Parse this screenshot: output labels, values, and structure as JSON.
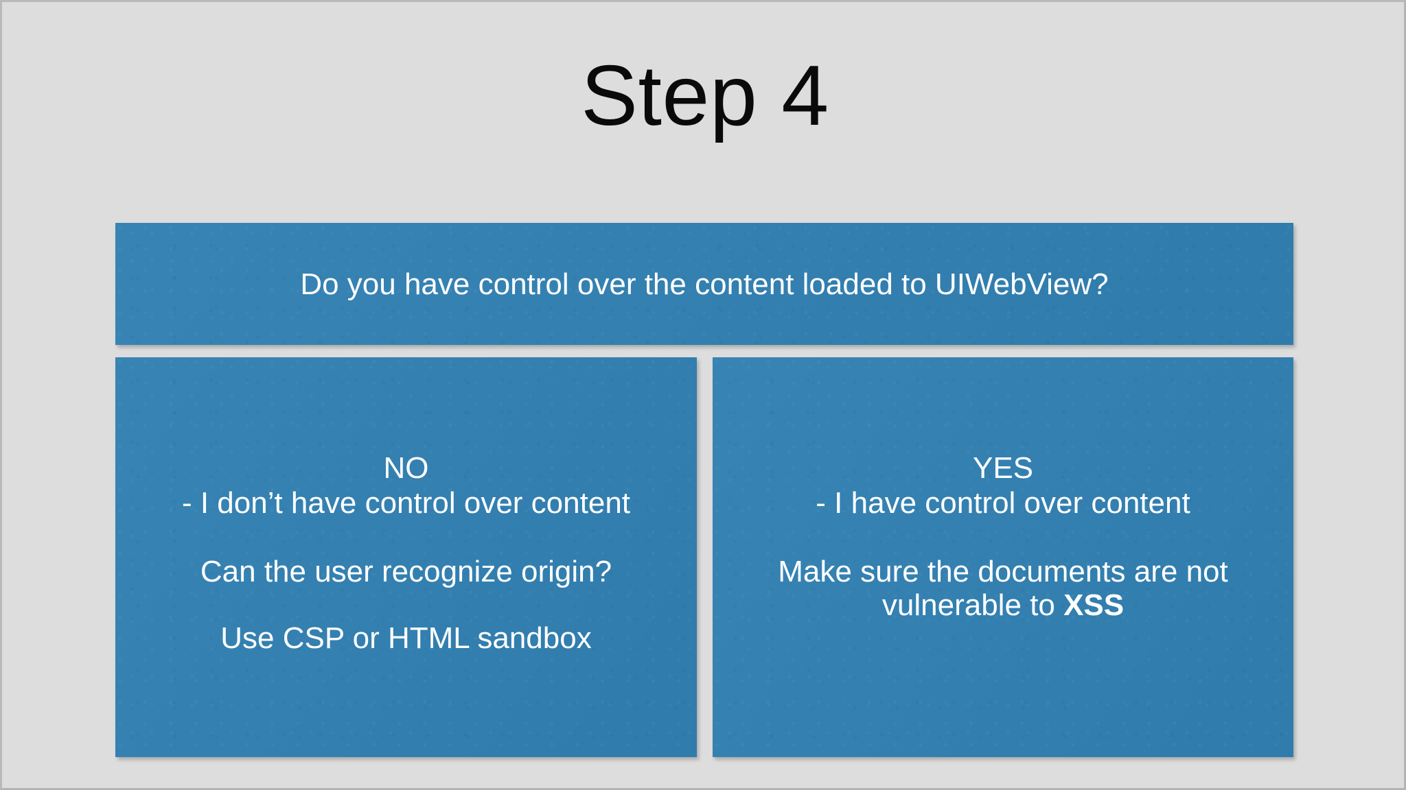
{
  "slide": {
    "title": "Step 4",
    "background_color": "#dddddd",
    "panel_color": "#3180b2",
    "panel_text_color": "#ffffff",
    "title_color": "#0a0a0a"
  },
  "question_panel": {
    "text": "Do you have control over the content loaded to UIWebView?"
  },
  "branches": [
    {
      "answer": "NO",
      "detail": "- I don’t have control over content",
      "followup_question": "Can the user recognize origin?",
      "recommendation": "Use CSP or HTML sandbox"
    },
    {
      "answer": "YES",
      "detail": "- I have control over content",
      "recommendation_line1": "Make sure the documents are not",
      "recommendation_line2_prefix": "vulnerable to ",
      "recommendation_line2_emphasis": "XSS"
    }
  ]
}
